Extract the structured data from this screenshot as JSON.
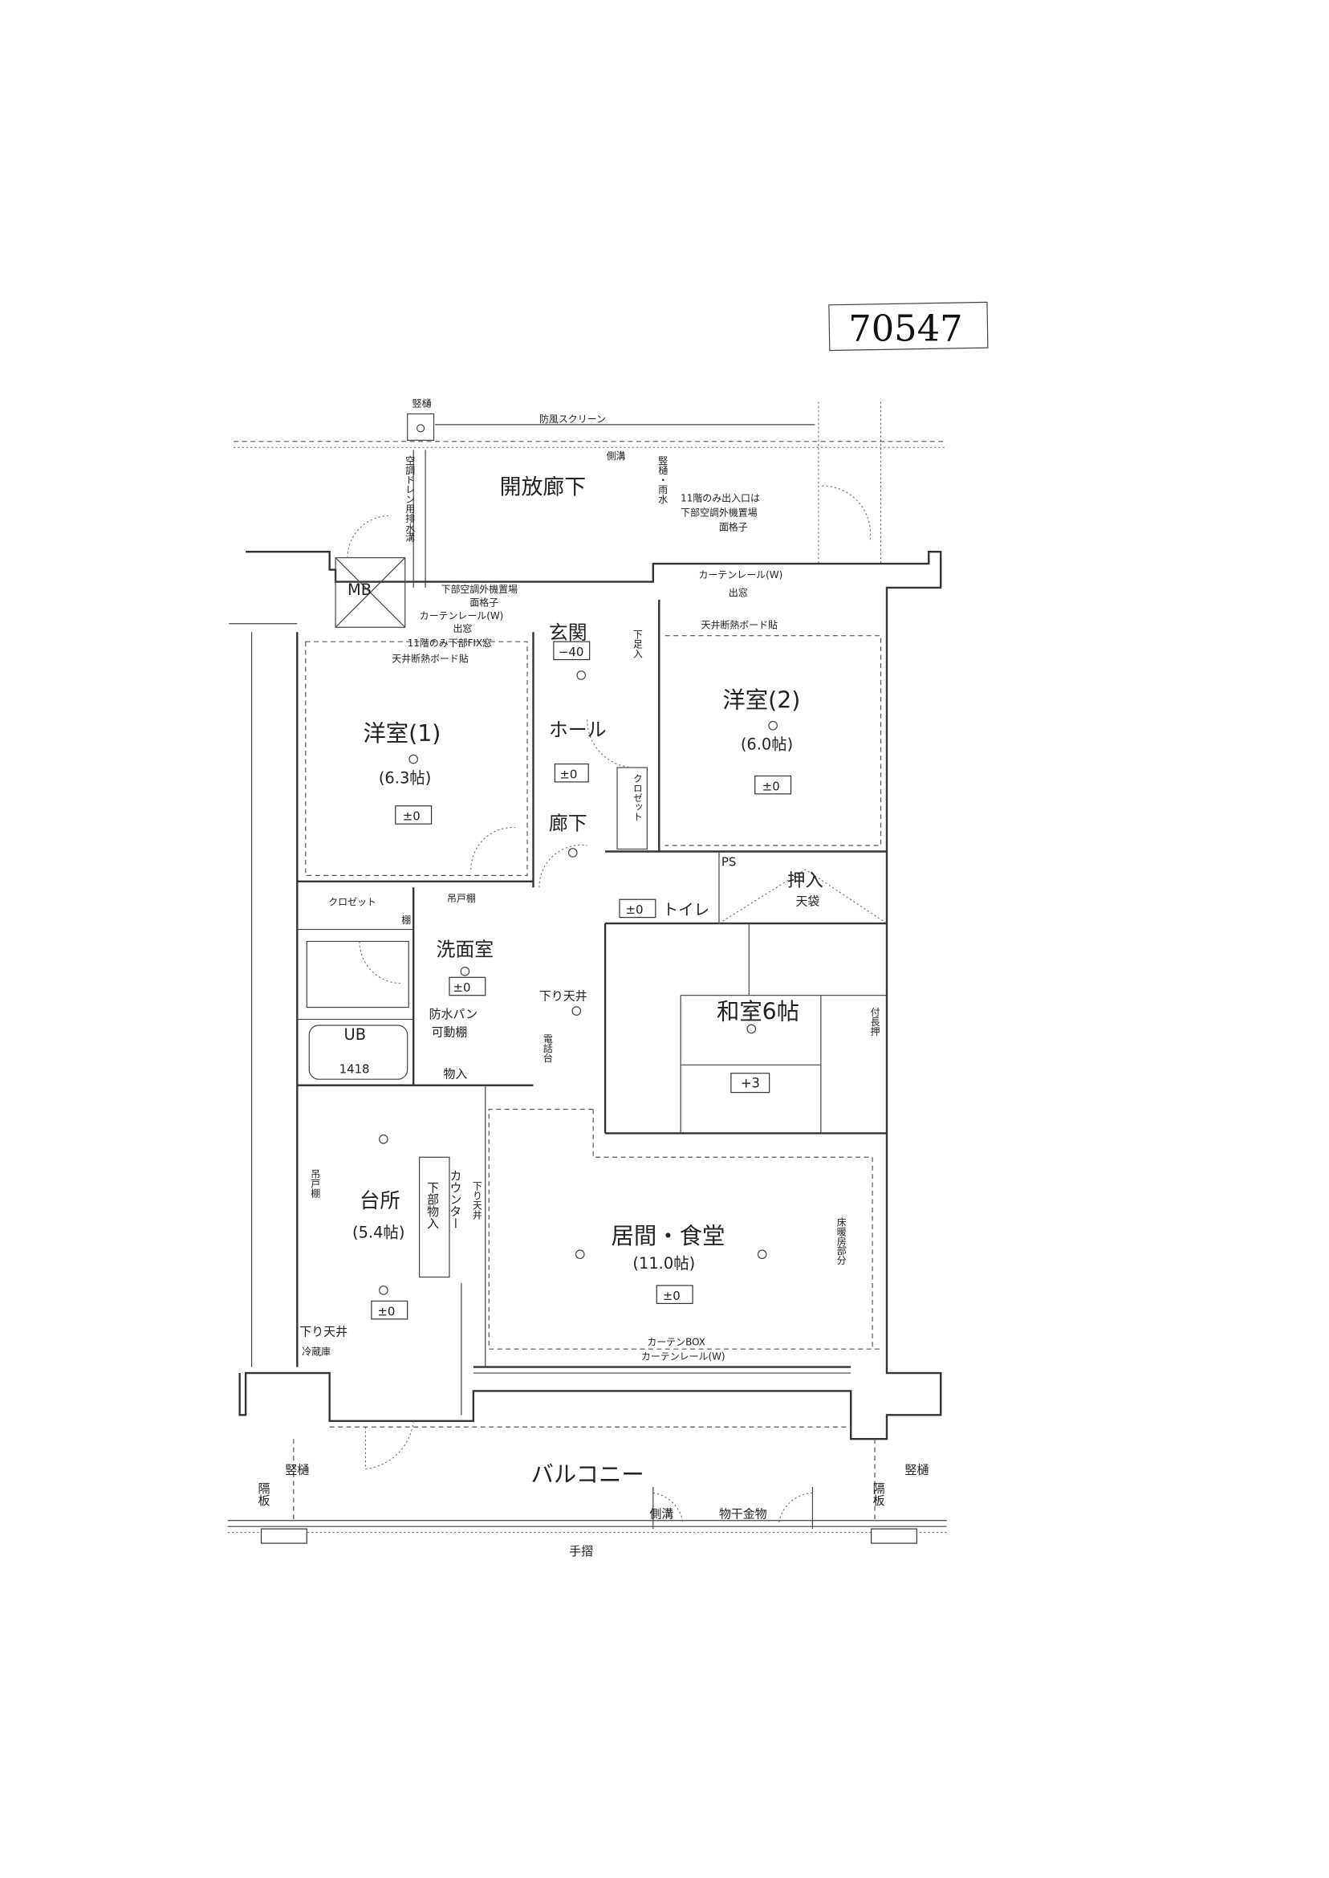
{
  "document_number": "70547",
  "labels": {
    "open_corridor": "開放廊下",
    "wind_screen": "防風スクリーン",
    "downpipe_top": "竪樋",
    "gutter_top": "側溝",
    "drain_channel": "空調ドレン用排水溝",
    "ac_unit_left": "下部空調外機置場",
    "lattice_left": "面格子",
    "curtain_rail_left": "カーテンレール(W)",
    "bay_window_left": "出窓",
    "fix_window_note": "11階のみ下部FIX窓",
    "ceiling_board_left": "天井断熱ボード貼",
    "rainwater_note": "竪樋・雨水",
    "ac_note_right_1": "11階のみ出入口は",
    "ac_note_right_2": "下部空調外機置場",
    "lattice_right": "面格子",
    "curtain_rail_right": "カーテンレール(W)",
    "bay_window_right": "出窓",
    "ceiling_board_right": "天井断熱ボード貼",
    "mb": "MB",
    "entrance": "玄関",
    "entrance_level": "−40",
    "shoe_box": "下足入",
    "hall": "ホール",
    "hall_level": "±0",
    "corridor": "廊下",
    "western_room_1": "洋室(1)",
    "western_room_1_size": "(6.3帖)",
    "western_room_1_level": "±0",
    "western_room_2": "洋室(2)",
    "western_room_2_size": "(6.0帖)",
    "western_room_2_level": "±0",
    "closet_1": "クロゼット",
    "closet_2": "クロゼット",
    "shelf": "棚",
    "oshiire": "押入",
    "tenbukuro": "天袋",
    "toilet": "トイレ",
    "toilet_level": "±0",
    "ps": "PS",
    "washroom": "洗面室",
    "washroom_level": "±0",
    "hanging_cabinet_wash": "吊戸棚",
    "waterproof_pan": "防水パン",
    "movable_shelf": "可動棚",
    "ub": "UB",
    "ub_size": "1418",
    "storage": "物入",
    "lowered_ceiling_1": "下り天井",
    "phone_stand": "電話台",
    "japanese_room": "和室6帖",
    "japanese_room_level": "+3",
    "nageshi": "付長押",
    "kitchen": "台所",
    "kitchen_size": "(5.4帖)",
    "kitchen_level": "±0",
    "counter": "カウンター",
    "under_storage": "下部物入",
    "lowered_ceiling_2": "下り天井",
    "hanging_cabinet_kitchen": "吊戸棚",
    "lowered_ceiling_3": "下り天井",
    "fridge": "冷蔵庫",
    "living_dining": "居間・食堂",
    "living_dining_size": "(11.0帖)",
    "living_dining_level": "±0",
    "floor_heating": "床暖房部分",
    "curtain_box": "カーテンBOX",
    "curtain_rail_living": "カーテンレール(W)",
    "balcony": "バルコニー",
    "gutter_balcony": "側溝",
    "laundry_hardware": "物干金物",
    "handrail": "手摺",
    "downpipe_left": "竪樋",
    "downpipe_right": "竪樋",
    "partition_left": "隔板",
    "partition_right": "隔板"
  }
}
